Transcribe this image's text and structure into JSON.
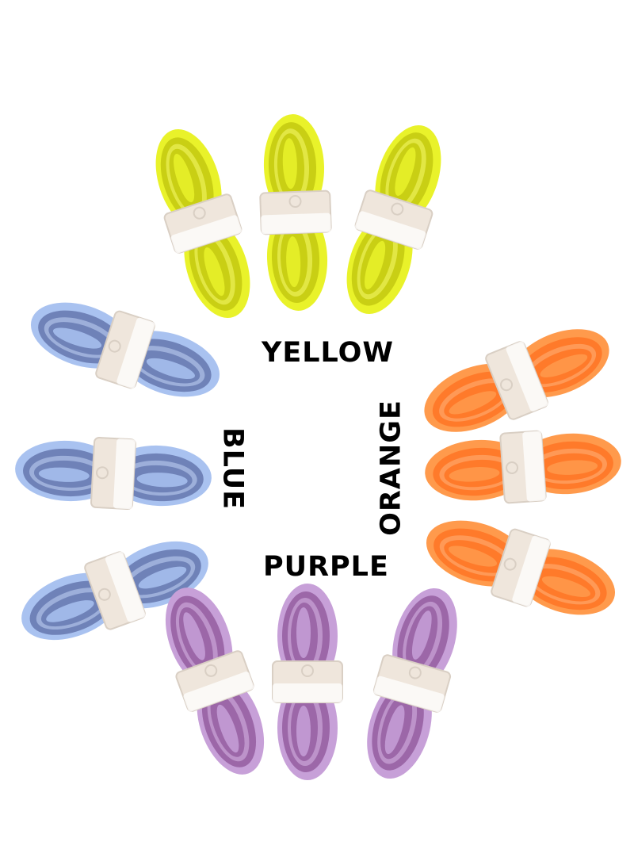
{
  "labels": {
    "yellow": "YELLOW",
    "blue": "BLUE",
    "orange": "ORANGE",
    "purple": "PURPLE"
  },
  "colors": {
    "background": "#ffffff",
    "text": "#000000",
    "band": "#efe6dc",
    "band_shade": "#d9cfc4",
    "yellow": {
      "outer": "#e9f22a",
      "inner": "#c9cf14",
      "edge": "#f6fb6b"
    },
    "blue": {
      "outer": "#a9c2f0",
      "inner": "#6f82b8",
      "edge": "#c3d5f6"
    },
    "orange": {
      "outer": "#ff9a4c",
      "inner": "#ff7a2a",
      "edge": "#ffb37a"
    },
    "purple": {
      "outer": "#c7a0d8",
      "inner": "#9c67a8",
      "edge": "#d8b8e6"
    }
  },
  "grips": [
    {
      "color": "yellow",
      "count": 3
    },
    {
      "color": "blue",
      "count": 3
    },
    {
      "color": "orange",
      "count": 3
    },
    {
      "color": "purple",
      "count": 3
    }
  ]
}
